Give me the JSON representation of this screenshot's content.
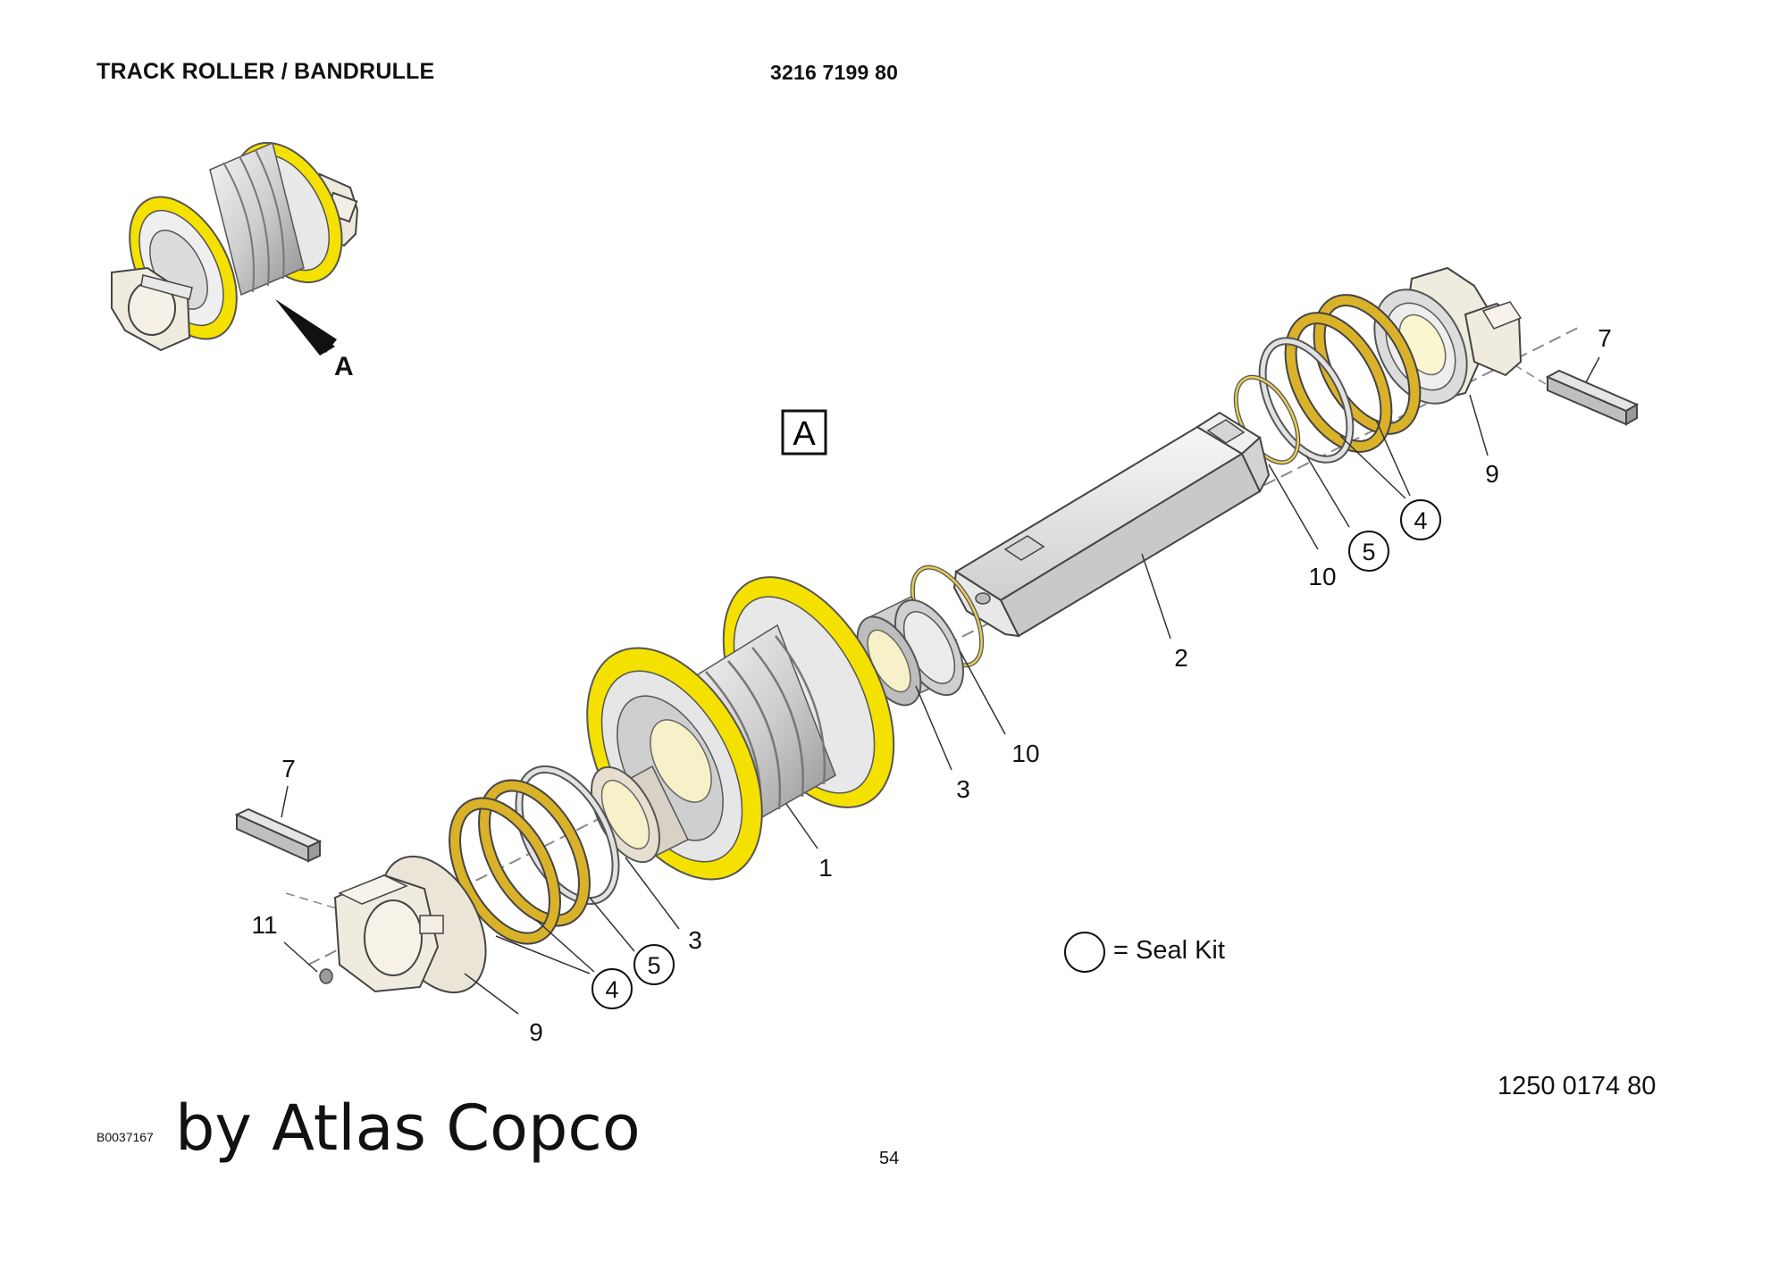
{
  "header": {
    "title": "TRACK ROLLER / BANDRULLE",
    "part_number": "3216 7199 80"
  },
  "overview": {
    "view_arrow_label": "A"
  },
  "view_box_label": "A",
  "callouts": {
    "roller_body": "1",
    "shaft": "2",
    "bushing_left": "3",
    "bushing_right": "3",
    "seal_kit_left": "4",
    "seal_kit_right": "4",
    "oring_kit_left": "5",
    "oring_kit_right": "5",
    "pin_left": "7",
    "pin_right": "7",
    "end_cap_left": "9",
    "end_cap_right": "9",
    "oring_center": "10",
    "oring_right": "10",
    "plug": "11"
  },
  "legend": {
    "text": "= Seal Kit"
  },
  "footer": {
    "document_number": "1250 0174 80",
    "figure_code": "B0037167",
    "brand_text": "by Atlas Copco",
    "page_number": "54"
  },
  "colors": {
    "seal_yellow": "#f5e100",
    "seal_gold": "#d9b22a",
    "metal_light": "#ebebeb",
    "cap_cream": "#f0ebdf"
  }
}
